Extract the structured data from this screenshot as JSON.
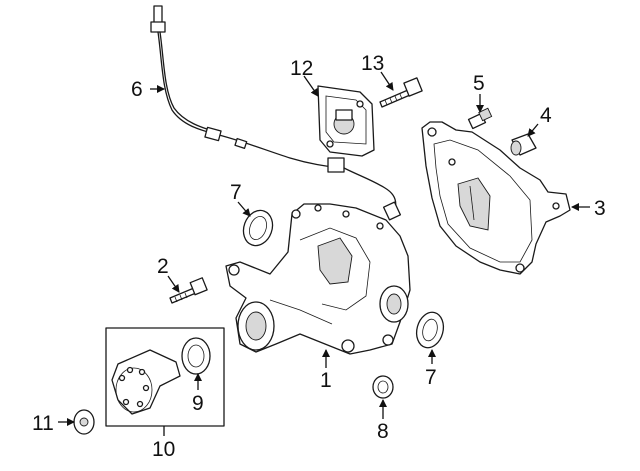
{
  "callouts": [
    {
      "id": "c1",
      "text": "1"
    },
    {
      "id": "c2",
      "text": "2"
    },
    {
      "id": "c3",
      "text": "3"
    },
    {
      "id": "c4",
      "text": "4"
    },
    {
      "id": "c5",
      "text": "5"
    },
    {
      "id": "c6",
      "text": "6"
    },
    {
      "id": "c7a",
      "text": "7"
    },
    {
      "id": "c7b",
      "text": "7"
    },
    {
      "id": "c8",
      "text": "8"
    },
    {
      "id": "c9",
      "text": "9"
    },
    {
      "id": "c10",
      "text": "10"
    },
    {
      "id": "c11",
      "text": "11"
    },
    {
      "id": "c12",
      "text": "12"
    },
    {
      "id": "c13",
      "text": "13"
    }
  ],
  "colors": {
    "line": "#1a1a1a",
    "background": "#ffffff",
    "shade": "#d8d8d8"
  }
}
